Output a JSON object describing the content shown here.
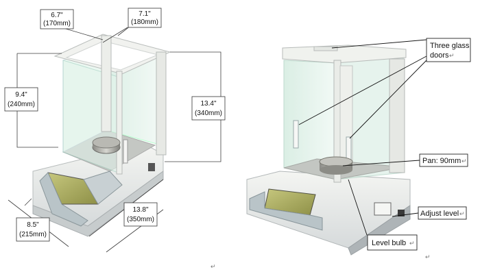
{
  "left_product": {
    "dims": {
      "width_top_left": {
        "inch": "6.7\"",
        "mm": "(170mm)"
      },
      "width_top_right": {
        "inch": "7.1\"",
        "mm": "(180mm)"
      },
      "height_chamber": {
        "inch": "9.4\"",
        "mm": "(240mm)"
      },
      "height_total": {
        "inch": "13.4\"",
        "mm": "(340mm)"
      },
      "depth": {
        "inch": "13.8\"",
        "mm": "(350mm)"
      },
      "front_width": {
        "inch": "8.5\"",
        "mm": "(215mm)"
      }
    }
  },
  "right_product": {
    "callouts": {
      "doors": {
        "line1": "Three glass",
        "line2": "doors"
      },
      "pan": "Pan: 90mm",
      "adjust_level": "Adjust level",
      "level_bulb": "Level bulb"
    }
  },
  "marks": {
    "return_mark": "↵"
  },
  "colors": {
    "frame": "#eceeea",
    "glass": "#d8efe4",
    "display": "#b9b96a",
    "keypad": "#b9c4c8",
    "label_border": "#333333"
  }
}
